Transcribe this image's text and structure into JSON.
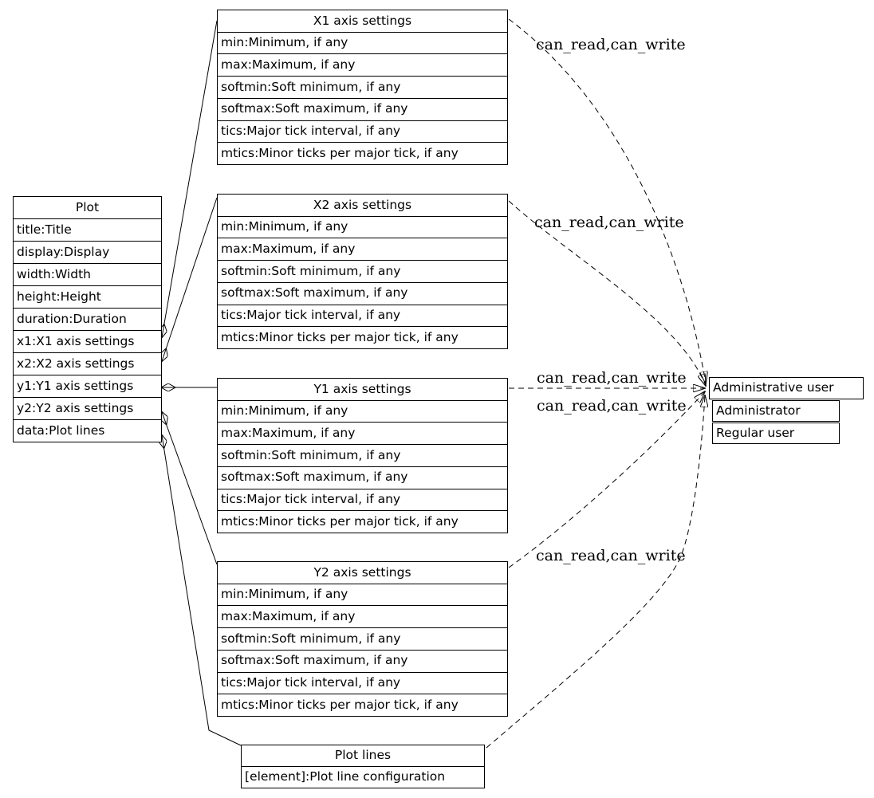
{
  "diagram_type": "class-relationship-diagram",
  "nodes": {
    "plot": {
      "title": "Plot",
      "rows": [
        "title:Title",
        "display:Display",
        "width:Width",
        "height:Height",
        "duration:Duration",
        "x1:X1 axis settings",
        "x2:X2 axis settings",
        "y1:Y1 axis settings",
        "y2:Y2 axis settings",
        "data:Plot lines"
      ]
    },
    "x1_axis": {
      "title": "X1 axis settings",
      "rows": [
        "min:Minimum, if any",
        "max:Maximum, if any",
        "softmin:Soft minimum, if any",
        "softmax:Soft maximum, if any",
        "tics:Major tick interval, if any",
        "mtics:Minor ticks per major tick, if any"
      ]
    },
    "x2_axis": {
      "title": "X2 axis settings",
      "rows": [
        "min:Minimum, if any",
        "max:Maximum, if any",
        "softmin:Soft minimum, if any",
        "softmax:Soft maximum, if any",
        "tics:Major tick interval, if any",
        "mtics:Minor ticks per major tick, if any"
      ]
    },
    "y1_axis": {
      "title": "Y1 axis settings",
      "rows": [
        "min:Minimum, if any",
        "max:Maximum, if any",
        "softmin:Soft minimum, if any",
        "softmax:Soft maximum, if any",
        "tics:Major tick interval, if any",
        "mtics:Minor ticks per major tick, if any"
      ]
    },
    "y2_axis": {
      "title": "Y2 axis settings",
      "rows": [
        "min:Minimum, if any",
        "max:Maximum, if any",
        "softmin:Soft minimum, if any",
        "softmax:Soft maximum, if any",
        "tics:Major tick interval, if any",
        "mtics:Minor ticks per major tick, if any"
      ]
    },
    "plot_lines": {
      "title": "Plot lines",
      "rows": [
        "[element]:Plot line configuration"
      ]
    },
    "users": [
      {
        "label": "Administrative user"
      },
      {
        "label": "Administrator"
      },
      {
        "label": "Regular user"
      }
    ]
  },
  "edges": {
    "labels": [
      "can_read,can_write",
      "can_read,can_write",
      "can_read,can_write",
      "can_read,can_write",
      "can_read,can_write"
    ]
  },
  "colors": {
    "stroke": "#000000",
    "background": "#ffffff",
    "text": "#000000"
  }
}
